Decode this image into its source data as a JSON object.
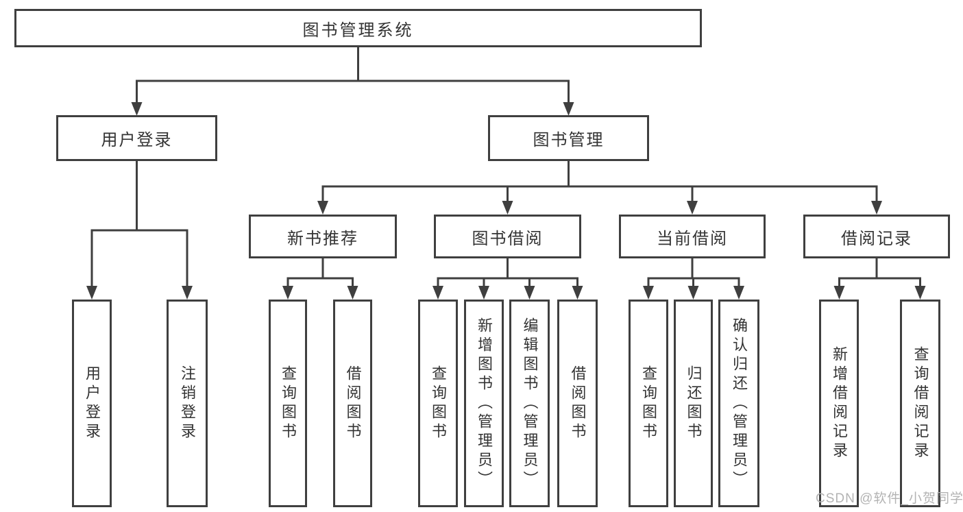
{
  "root": {
    "label": "图书管理系统"
  },
  "user_login": {
    "label": "用户登录",
    "children": [
      {
        "label": "用户登录"
      },
      {
        "label": "注销登录"
      }
    ]
  },
  "book_management": {
    "label": "图书管理",
    "modules": [
      {
        "label": "新书推荐",
        "children": [
          {
            "label": "查询图书"
          },
          {
            "label": "借阅图书"
          }
        ]
      },
      {
        "label": "图书借阅",
        "children": [
          {
            "label": "查询图书"
          },
          {
            "label": "新增图书（管理员）"
          },
          {
            "label": "编辑图书（管理员）"
          },
          {
            "label": "借阅图书"
          }
        ]
      },
      {
        "label": "当前借阅",
        "children": [
          {
            "label": "查询图书"
          },
          {
            "label": "归还图书"
          },
          {
            "label": "确认归还（管理员）"
          }
        ]
      },
      {
        "label": "借阅记录",
        "children": [
          {
            "label": "新增借阅记录"
          },
          {
            "label": "查询借阅记录"
          }
        ]
      }
    ]
  },
  "watermark": {
    "text": "CSDN @软件_小贺同学"
  },
  "colors": {
    "line": "#3f3f3f",
    "text": "#333333",
    "watermark": "#b3b3b3",
    "background": "#ffffff"
  }
}
